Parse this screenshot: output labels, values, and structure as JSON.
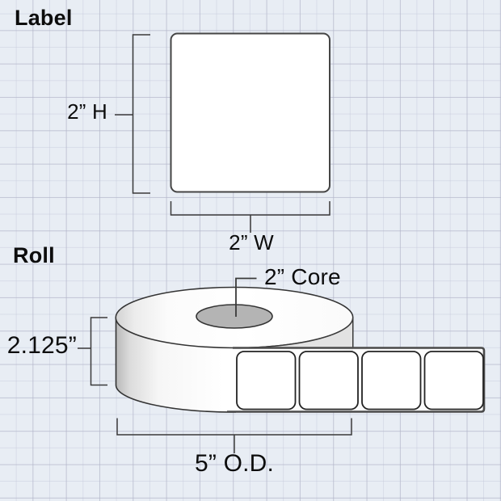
{
  "label_section": {
    "heading": "Label",
    "height_dim": "2” H",
    "width_dim": "2” W"
  },
  "roll_section": {
    "heading": "Roll",
    "core_dim": "2” Core",
    "roll_width_dim": "2.125”",
    "outer_diameter_dim": "5” O.D."
  },
  "colors": {
    "background": "#e8edf4",
    "grid_line": "#d7dae4",
    "outline": "#333333",
    "bracket_line": "#3a3a3a",
    "text": "#0d0d0d",
    "label_fill": "#ffffff",
    "liner_fill": "#fcfcfc",
    "core_fill": "#b4b4b4",
    "peel_shadow_fill": "#e2e2e2",
    "strip_border": "#4a4a4a"
  }
}
